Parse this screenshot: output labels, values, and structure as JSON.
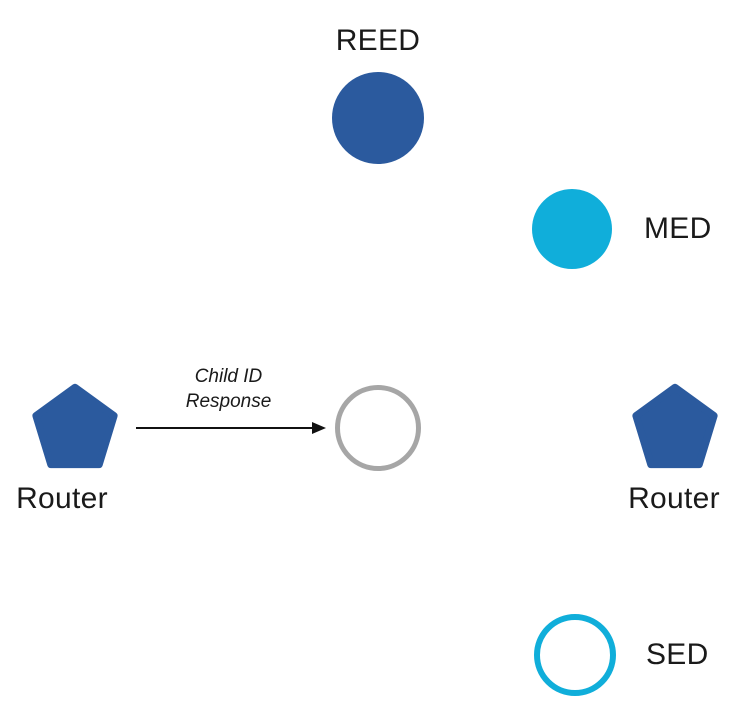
{
  "diagram": {
    "nodes": {
      "reed": {
        "label": "REED",
        "shape": "filled-circle"
      },
      "med": {
        "label": "MED",
        "shape": "filled-circle"
      },
      "router_left": {
        "label": "Router",
        "shape": "pentagon"
      },
      "child": {
        "label": "",
        "shape": "outline-circle"
      },
      "router_right": {
        "label": "Router",
        "shape": "pentagon"
      },
      "sed": {
        "label": "SED",
        "shape": "outline-circle"
      }
    },
    "message": {
      "line1": "Child ID",
      "line2": "Response"
    }
  },
  "colors": {
    "router_blue": "#2B5A9E",
    "med_cyan": "#10AEDA",
    "sed_cyan": "#10AEDA",
    "child_gray": "#A6A6A6",
    "arrow_black": "#111111",
    "text": "#1A1A1A"
  }
}
